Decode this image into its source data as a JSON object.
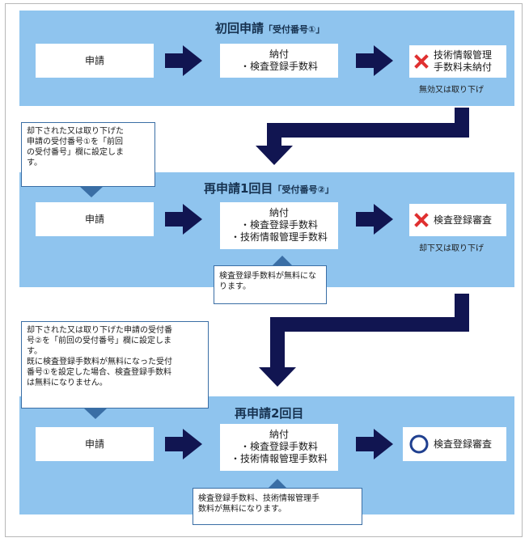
{
  "stage1": {
    "title": "初回申請",
    "number": "「受付番号①」",
    "apply": "申請",
    "payment_lines": [
      "納付",
      "・検査登録手数料"
    ],
    "result_lines": [
      "技術情報管理",
      "手数料未納付"
    ],
    "result_note": "無効又は取り下げ"
  },
  "callout1": {
    "lines": [
      "却下された又は取り下げた",
      "申請の受付番号①を「前回",
      "の受付番号」欄に設定しま",
      "す。"
    ]
  },
  "stage2": {
    "title": "再申請1回目",
    "number": "「受付番号②」",
    "apply": "申請",
    "payment_lines": [
      "納付",
      "・検査登録手数料",
      "・技術情報管理手数料"
    ],
    "result_label": "検査登録審査",
    "result_note": "却下又は取り下げ",
    "callout_lines": [
      "検査登録手数料が無料にな",
      "ります。"
    ]
  },
  "callout2": {
    "lines": [
      "却下された又は取り下げた申請の受付番",
      "号②を「前回の受付番号」欄に設定しま",
      "す。",
      "既に検査登録手数料が無料になった受付",
      "番号①を設定した場合、検査登録手数料",
      "は無料になりません。"
    ]
  },
  "stage3": {
    "title": "再申請2回目",
    "apply": "申請",
    "payment_lines": [
      "納付",
      "・検査登録手数料",
      "・技術情報管理手数料"
    ],
    "result_label": "検査登録審査",
    "callout_lines": [
      "検査登録手数料、技術情報管理手",
      "数料が無料になります。"
    ]
  },
  "colors": {
    "panel": "#8fc4ee",
    "arrow": "#111551",
    "cross": "#e03030",
    "circle": "#1f3f8f",
    "callout_border": "#3a6ea5"
  },
  "icons": {
    "fail": "cross-icon",
    "success": "circle-icon"
  }
}
